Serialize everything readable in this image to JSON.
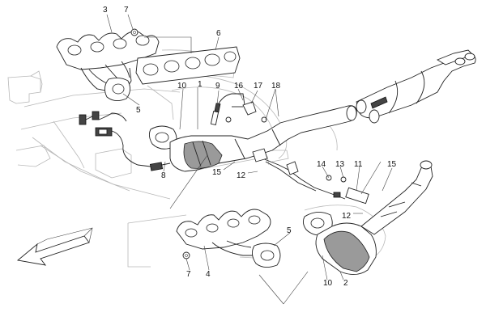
{
  "diagram": {
    "callouts": [
      {
        "id": "c3a",
        "text": "3"
      },
      {
        "id": "c7a",
        "text": "7"
      },
      {
        "id": "c6",
        "text": "6"
      },
      {
        "id": "c10a",
        "text": "10"
      },
      {
        "id": "c1",
        "text": "1"
      },
      {
        "id": "c9",
        "text": "9"
      },
      {
        "id": "c16",
        "text": "16"
      },
      {
        "id": "c17",
        "text": "17"
      },
      {
        "id": "c18",
        "text": "18"
      },
      {
        "id": "c5a",
        "text": "5"
      },
      {
        "id": "c8",
        "text": "8"
      },
      {
        "id": "c15a",
        "text": "15"
      },
      {
        "id": "c12a",
        "text": "12"
      },
      {
        "id": "c14",
        "text": "14"
      },
      {
        "id": "c13",
        "text": "13"
      },
      {
        "id": "c11",
        "text": "11"
      },
      {
        "id": "c15b",
        "text": "15"
      },
      {
        "id": "c12b",
        "text": "12"
      },
      {
        "id": "c5b",
        "text": "5"
      },
      {
        "id": "c7b",
        "text": "7"
      },
      {
        "id": "c4",
        "text": "4"
      },
      {
        "id": "c10b",
        "text": "10"
      },
      {
        "id": "c2",
        "text": "2"
      }
    ],
    "direction_arrow_icon": "front-direction-arrow-icon"
  }
}
